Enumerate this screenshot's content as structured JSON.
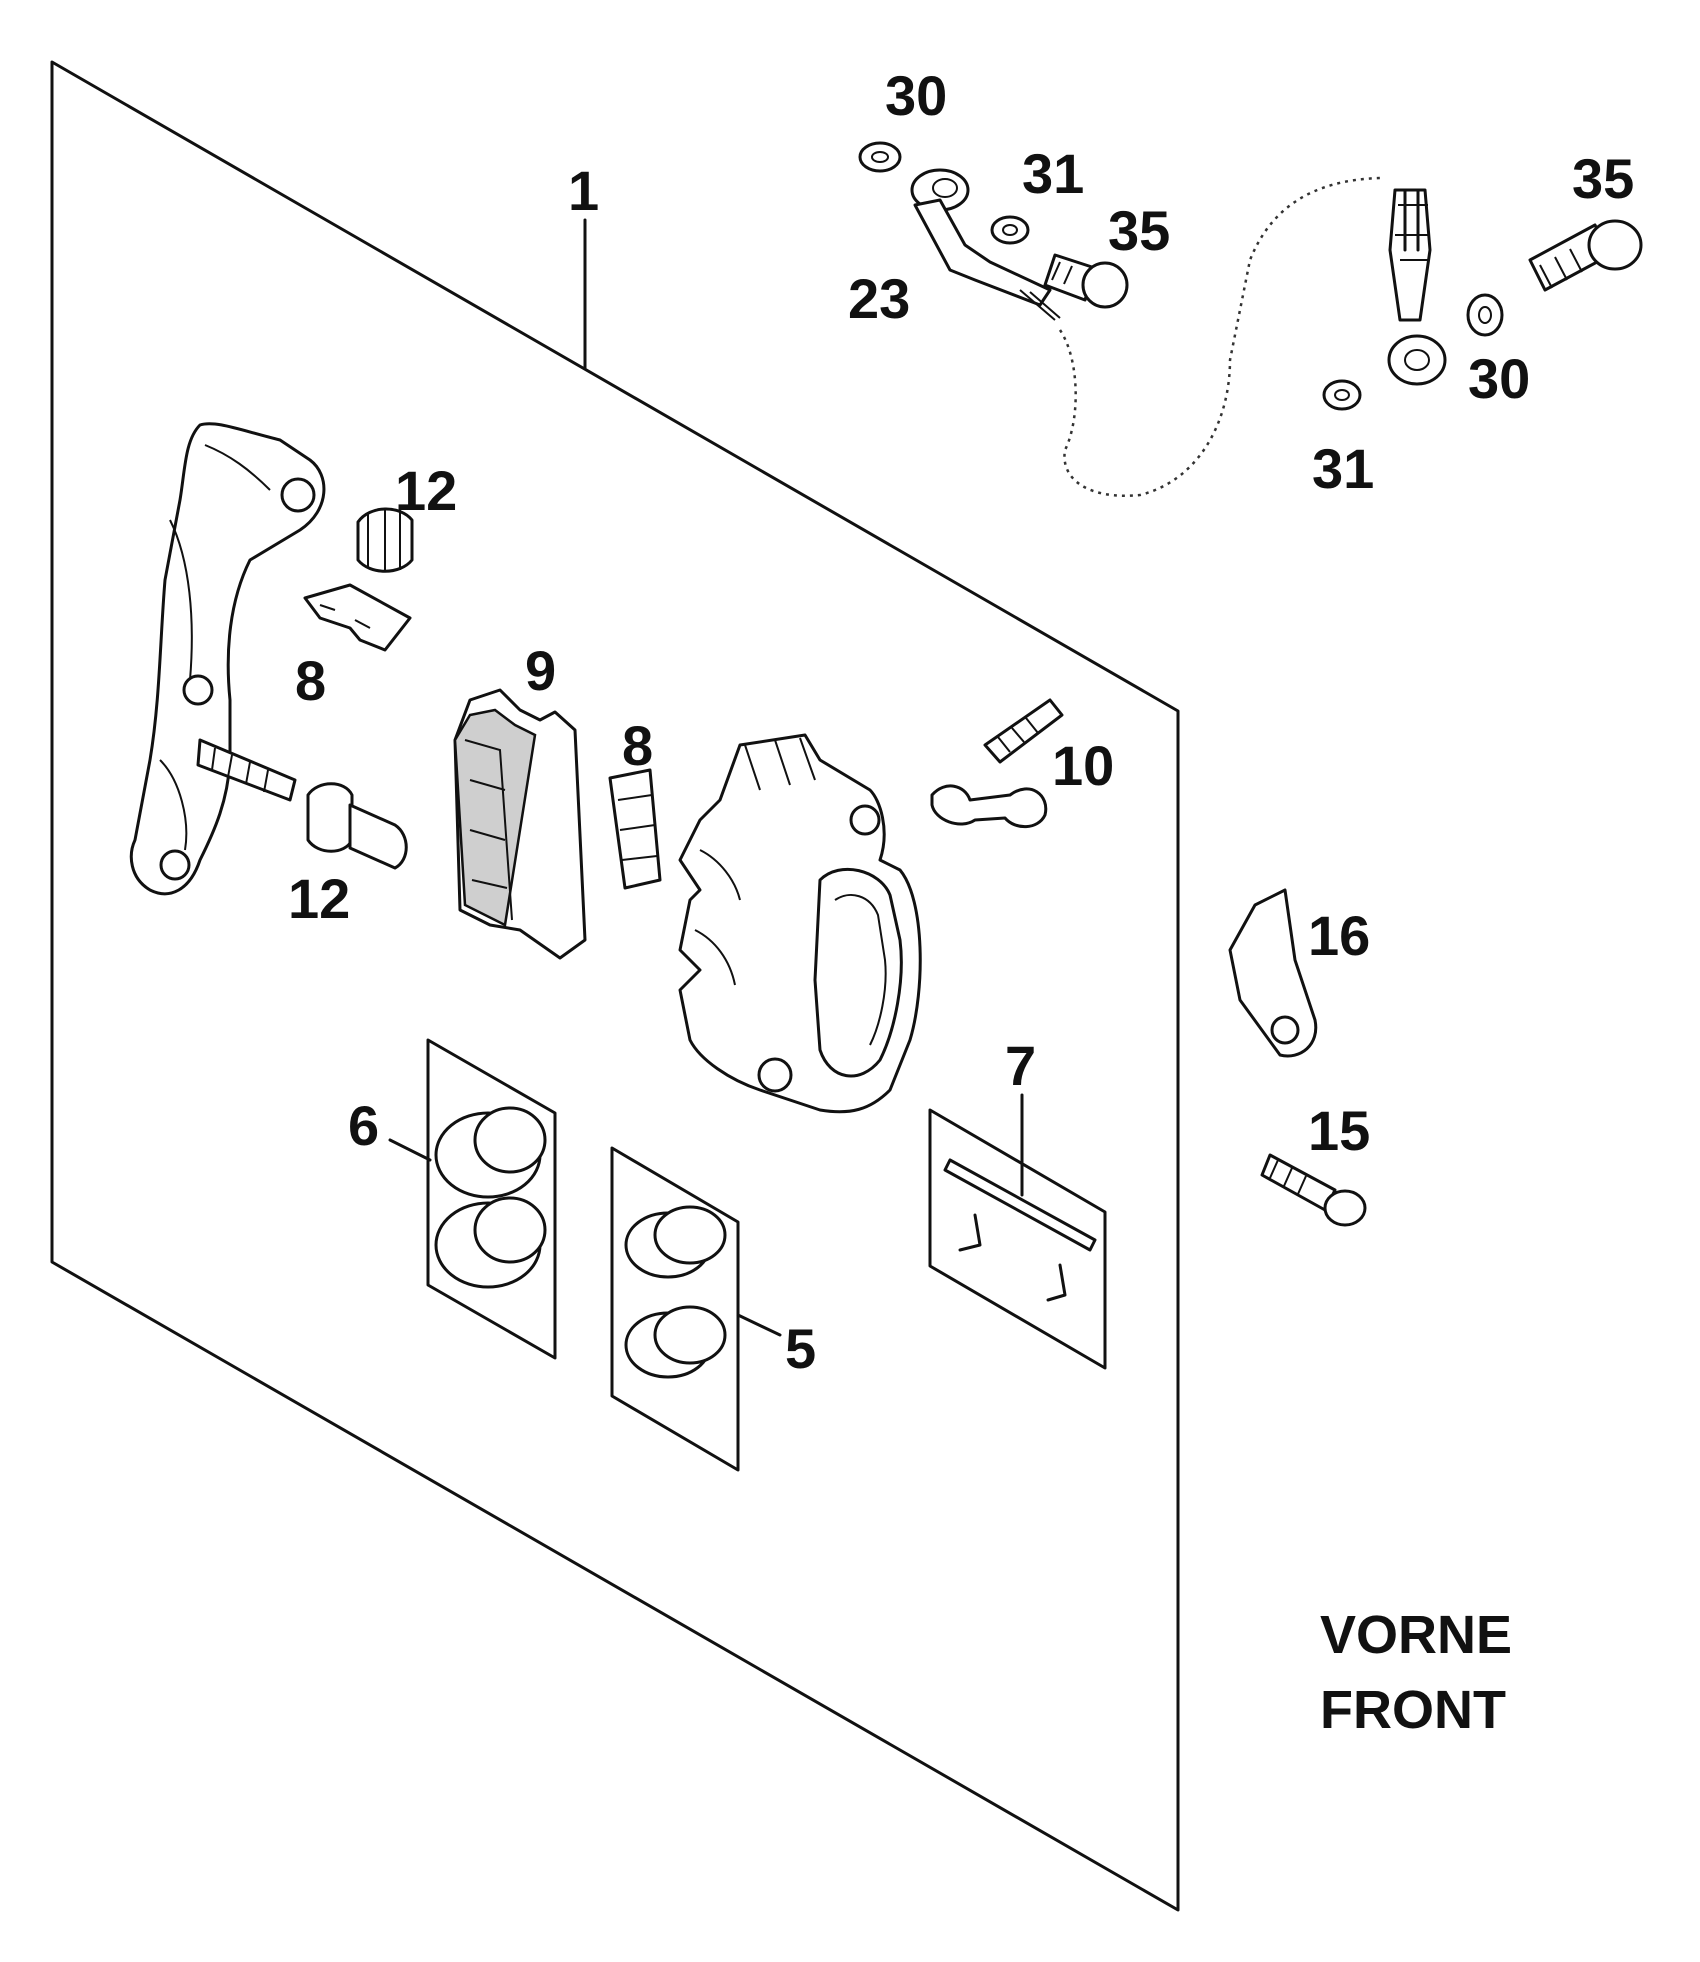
{
  "diagram": {
    "callouts": {
      "c1": "1",
      "c5": "5",
      "c6": "6",
      "c7": "7",
      "c8a": "8",
      "c8b": "8",
      "c9": "9",
      "c10": "10",
      "c12a": "12",
      "c12b": "12",
      "c15": "15",
      "c16": "16",
      "c23": "23",
      "c30a": "30",
      "c30b": "30",
      "c31a": "31",
      "c31b": "31",
      "c35a": "35",
      "c35b": "35"
    },
    "note": {
      "line1": "VORNE",
      "line2": "FRONT"
    }
  }
}
